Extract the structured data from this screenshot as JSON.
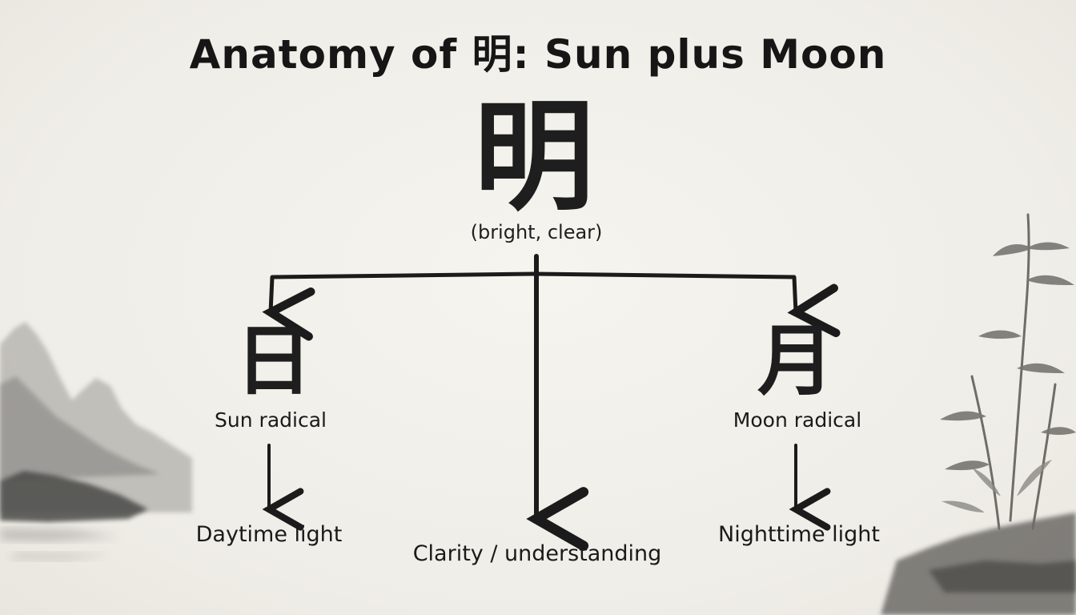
{
  "title": "Anatomy of 明: Sun plus Moon",
  "main": {
    "character": "明",
    "meaning": "(bright, clear)"
  },
  "components": {
    "left": {
      "character": "日",
      "label": "Sun radical",
      "outcome": "Daytime light"
    },
    "right": {
      "character": "月",
      "label": "Moon radical",
      "outcome": "Nighttime light"
    },
    "center": {
      "outcome": "Clarity / understanding"
    }
  },
  "colors": {
    "ink": "#1b1b1b",
    "paper": "#f2f0eb",
    "wash": "#8a8a8a"
  }
}
